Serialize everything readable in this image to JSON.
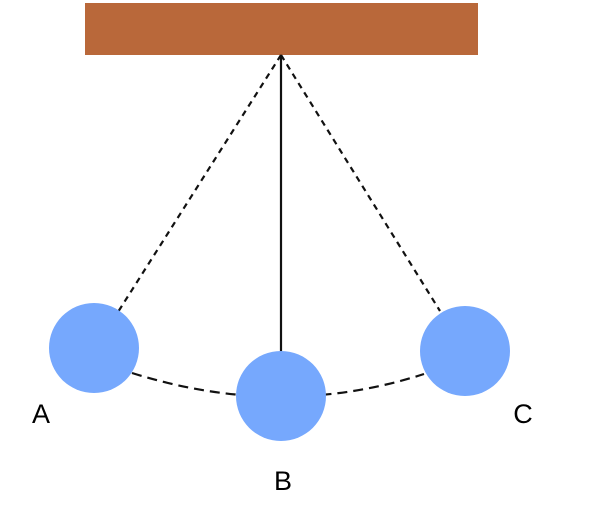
{
  "diagram": {
    "labels": {
      "a": "A",
      "b": "B",
      "c": "C"
    },
    "colors": {
      "ceiling": "#B9683A",
      "bob": "#76A8FD",
      "line": "#111111",
      "label": "#000000"
    }
  }
}
